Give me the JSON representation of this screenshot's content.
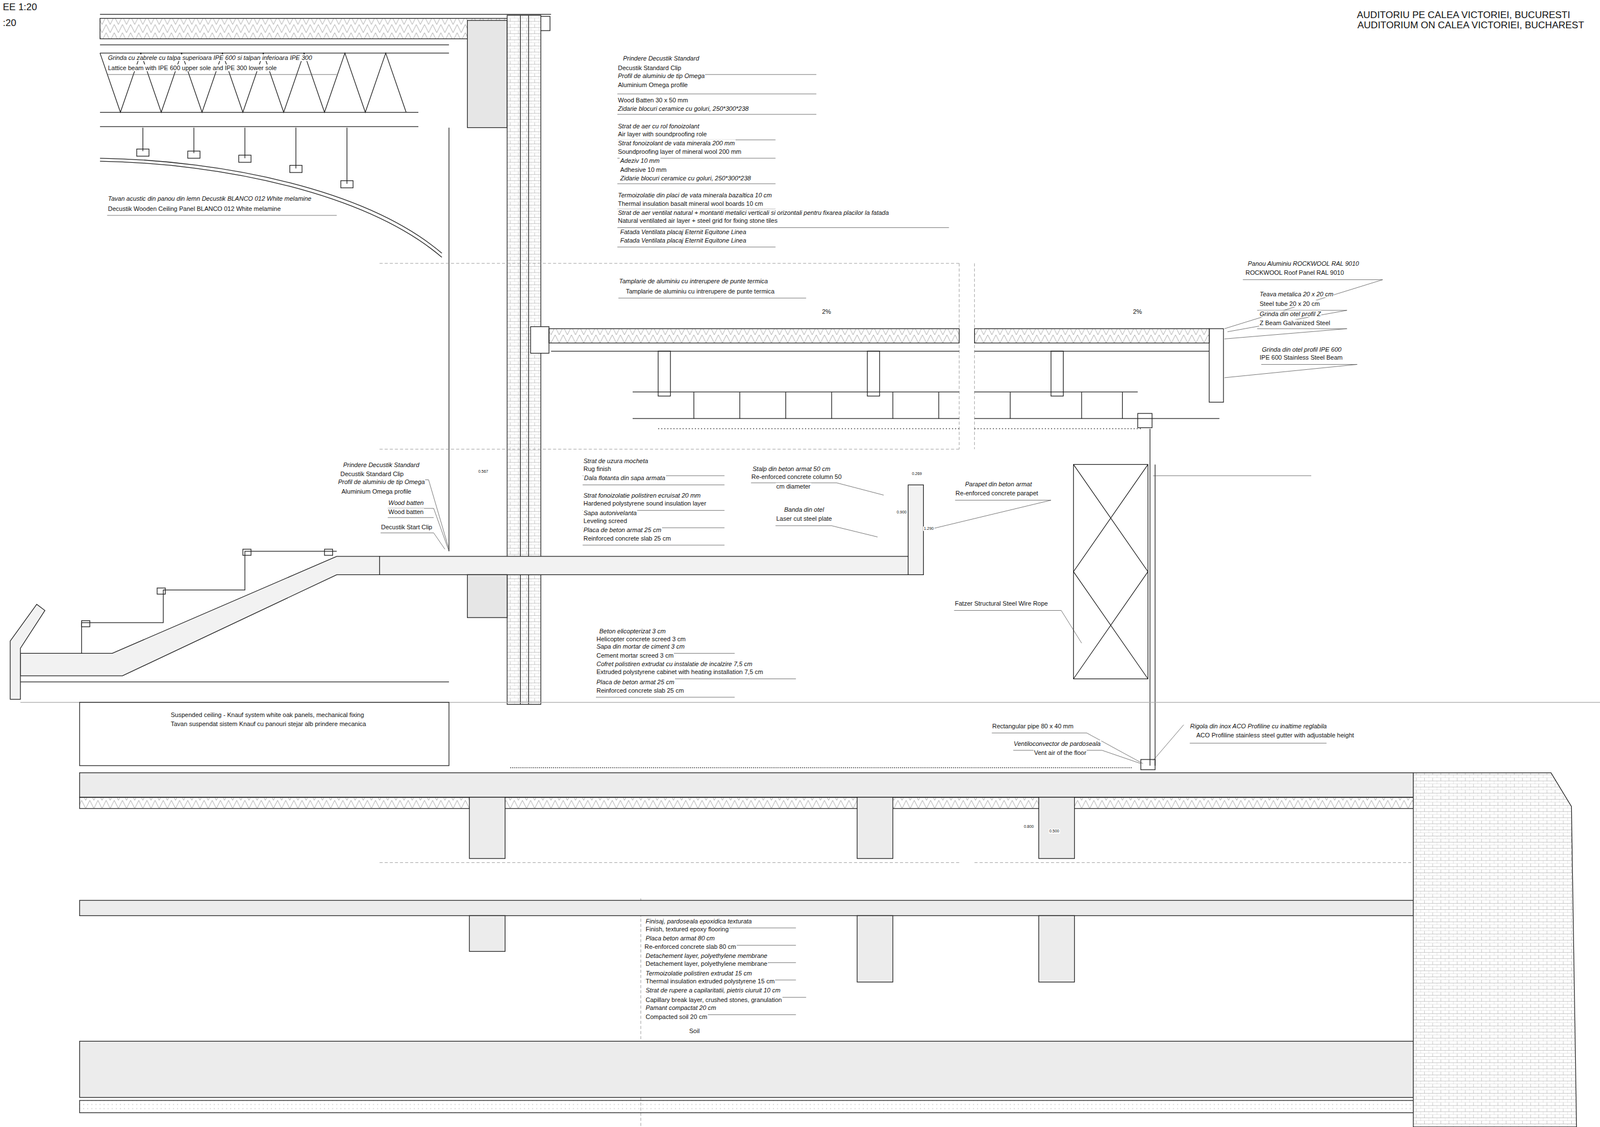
{
  "diagram": {
    "title": "AUDITORIU PE CALEA VICTORIEI, BUCURESTI",
    "labels": [
      "EE 1:20",
      ":20",
      "AUDITORIUM ON CALEA VICTORIEI, BUCHAREST",
      "Grinda cu zabrele cu talpa superioara IPE 600 si talpan inferioara IPE 300",
      "Lattice beam with IPE 600 upper sole and IPE 300 lower sole",
      "Tavan acustic din panou din lemn Decustik BLANCO 012 White melamine",
      "Decustik Wooden Ceiling Panel BLANCO 012 White melamine",
      "Prindere Decustik Standard",
      "Decustik Standard Clip",
      "Profil de aluminiu de tip Omega",
      "Aluminium Omega profile",
      "Wood Batten 30 x 50 mm",
      "Zidarie blocuri ceramice cu goluri, 250*300*238",
      "Strat de aer cu rol fonoizolant",
      "Air layer with soundproofing role",
      "Strat fonoizolant de vata minerala 200 mm",
      "Soundproofing layer of mineral wool 200 mm",
      "Adeziv 10 mm",
      "Adhesive 10 mm",
      "Zidarie blocuri ceramice cu goluri, 250*300*238",
      "Termoizolatie din placi de vata minerala bazaltica 10 cm",
      "Thermal insulation basalt mineral wool boards 10 cm",
      "Strat de aer ventilat natural + montanti metalici verticali si orizontali pentru fixarea placilor la fatada",
      "Natural ventilated air layer + steel grid for fixing stone tiles",
      "Fatada Ventilata placaj Eternit Equitone Linea",
      "Fatada Ventilata placaj Eternit Equitone Linea",
      "Tamplarie de aluminiu cu intrerupere de punte termica",
      "Tamplarie de aluminiu cu intrerupere de punte termica",
      "2%",
      "2%",
      "Panou Aluminiu ROCKWOOL RAL 9010",
      "ROCKWOOL Roof Panel RAL 9010",
      "Teava metalica 20 x 20 cm",
      "Steel tube 20 x 20 cm",
      "Grinda din otel profil Z",
      "Z Beam Galvanized Steel",
      "Grinda din otel profil IPE 600",
      "IPE 600 Stainless Steel Beam",
      "Prindere Decustik Standard",
      "Decustik Standard Clip",
      "Profil de aluminiu de tip Omega",
      "Aluminium Omega profile",
      "Wood batten",
      "Wood batten",
      "Decustik Start Clip",
      "0.567",
      "Strat de uzura mocheta",
      "Rug finish",
      "Dala flotanta din sapa armata",
      "Strat fonoizolatie polistiren ecruisat 20 mm",
      "Hardened polystyrene sound insulation layer",
      "Sapa autonivelanta",
      "Leveling screed",
      "Placa de beton armat 25 cm",
      "Reinforced concrete slab 25 cm",
      "Stalp din beton armat 50 cm",
      "Re-enforced concrete column 50",
      "cm diameter",
      "Banda din otel",
      "Laser cut steel plate",
      "0.269",
      "0.900",
      "1.290",
      "Parapet din beton armat",
      "Re-enforced concrete parapet",
      "Fatzer Structural Steel Wire Rope",
      "Beton elicopterizat 3 cm",
      "Helicopter concrete screed 3 cm",
      "Sapa din mortar de ciment 3 cm",
      "Cement mortar screed 3 cm",
      "Cofret polistiren extrudat cu instalatie de incalzire 7,5 cm",
      "Extruded polystyrene cabinet with heating installation 7,5 cm",
      "Placa de beton armat 25 cm",
      "Reinforced concrete slab 25 cm",
      "Suspended ceiling - Knauf system white oak panels, mechanical fixing",
      "Tavan suspendat sistem Knauf cu panouri stejar alb prindere mecanica",
      "Rectangular pipe  80 x 40 mm",
      "Ventiloconvector de pardoseala",
      "Vent air of the floor",
      "Rigola din inox ACO Profiline cu inaltime reglabila",
      "ACO Profiline stainless steel gutter with adjustable height",
      "0.800",
      "0.500",
      "Finisaj, pardoseala epoxidica texturata",
      "Finish, textured epoxy flooring",
      "Placa beton armat 80 cm",
      "Re-enforced concrete slab 80 cm",
      "Detachement layer, polyethylene membrane",
      "Detachement layer, polyethylene membrane",
      "Termoizolatie polistiren extrudat 15 cm",
      "Thermal insulation extruded polystyrene 15 cm",
      "Strat de rupere a capilaritatii, pietris ciuruit 10 cm",
      "Capillary break layer, crushed stones, granulation",
      "Pamant compactat 20 cm",
      "Compacted soil 20 cm",
      "Soil"
    ]
  }
}
